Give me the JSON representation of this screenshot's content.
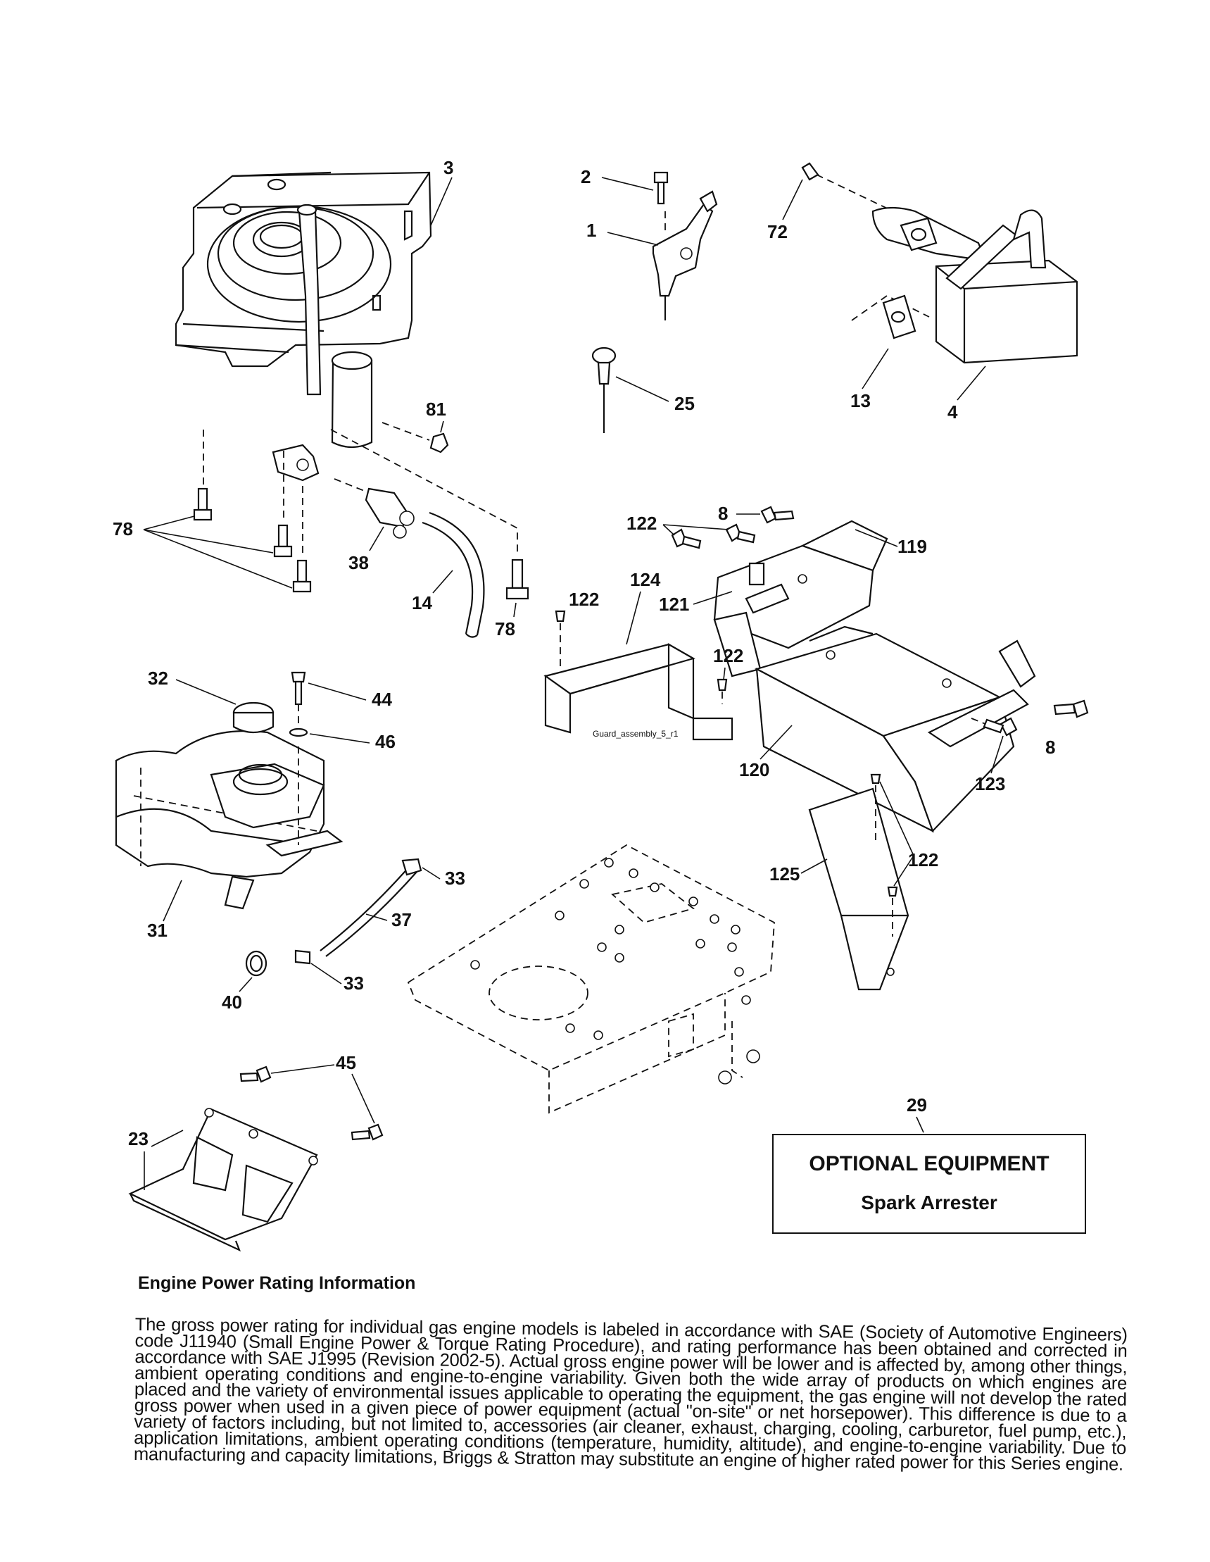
{
  "callouts": [
    "3",
    "2",
    "1",
    "72",
    "25",
    "13",
    "4",
    "81",
    "78",
    "38",
    "14",
    "78",
    "8",
    "122",
    "119",
    "122",
    "124",
    "121",
    "122",
    "120",
    "8",
    "123",
    "32",
    "44",
    "46",
    "33",
    "37",
    "33",
    "31",
    "40",
    "125",
    "122",
    "45",
    "23",
    "29"
  ],
  "guard_label": "Guard_assembly_5_r1",
  "optional_box": {
    "title": "OPTIONAL EQUIPMENT",
    "subtitle": "Spark Arrester"
  },
  "rating": {
    "heading": "Engine Power Rating Information",
    "body": "The gross power rating for individual gas engine models is labeled in accordance with SAE (Society of Automotive Engineers) code J11940 (Small Engine Power & Torque Rating Procedure), and rating performance has been obtained and corrected in accordance with SAE J1995 (Revision 2002-5). Actual gross engine power will be lower and is affected by, among other things, ambient operating conditions and engine-to-engine variability. Given both the wide array of products on which engines are placed and the variety of environmental issues applicable to operating the equipment, the gas engine will not develop the rated gross power when used in a given piece of power equipment (actual \"on-site\" or net horsepower). This difference is due to a variety of factors including, but not limited to, accessories (air cleaner, exhaust, charging, cooling, carburetor, fuel pump, etc.), application limitations, ambient operating conditions (temperature, humidity, altitude), and engine-to-engine variability. Due to manufacturing and capacity limitations, Briggs & Stratton may substitute an engine of higher rated power for this Series engine."
  }
}
